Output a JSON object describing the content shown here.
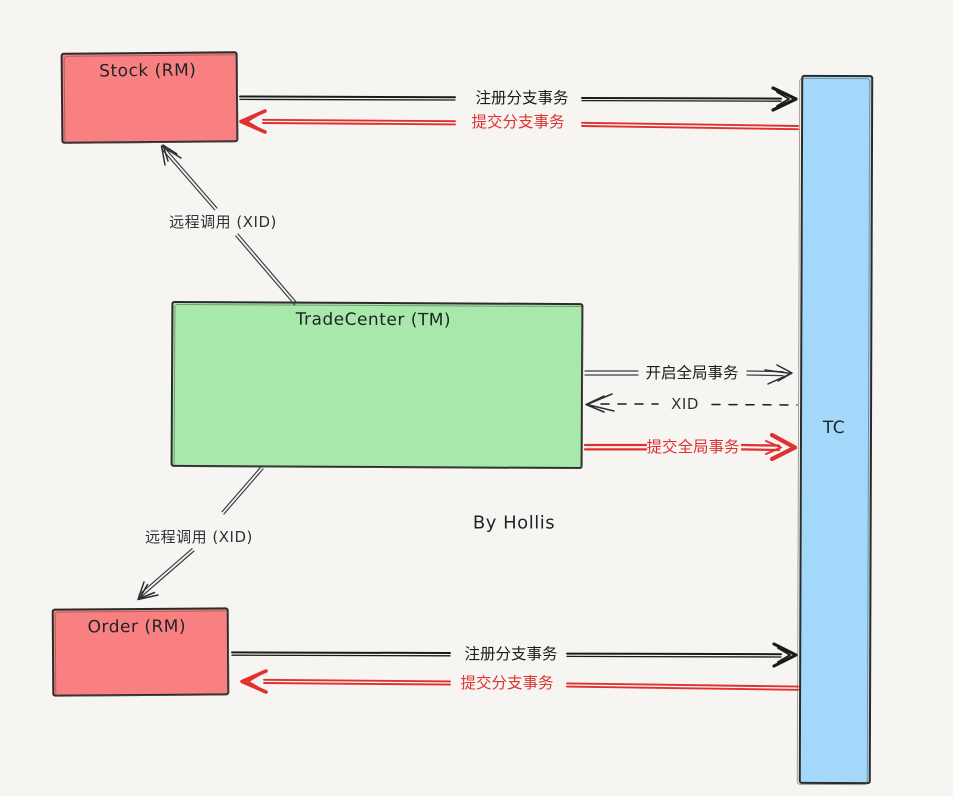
{
  "colors": {
    "background": "#f6f5f2",
    "box_red": "#f98080",
    "box_green": "#a8e8ab",
    "box_blue": "#a3d8fb",
    "box_stroke": "#2b2b2b",
    "arrow_black": "#1b1b1b",
    "arrow_red": "#e03131",
    "label_dark": "#2e3338"
  },
  "nodes": {
    "stock": {
      "label": "Stock (RM)"
    },
    "trade_center": {
      "label": "TradeCenter (TM)"
    },
    "order": {
      "label": "Order (RM)"
    },
    "tc": {
      "label": "TC"
    }
  },
  "edges": {
    "stock_register": {
      "label": "注册分支事务",
      "from": "Stock (RM)",
      "to": "TC"
    },
    "stock_commit": {
      "label": "提交分支事务",
      "from": "TC",
      "to": "Stock (RM)"
    },
    "remote_call_stock": {
      "label": "远程调用 (XID)",
      "from": "TradeCenter (TM)",
      "to": "Stock (RM)"
    },
    "begin_global": {
      "label": "开启全局事务",
      "from": "TradeCenter (TM)",
      "to": "TC"
    },
    "xid_return": {
      "label": "XID",
      "from": "TC",
      "to": "TradeCenter (TM)"
    },
    "commit_global": {
      "label": "提交全局事务",
      "from": "TradeCenter (TM)",
      "to": "TC"
    },
    "remote_call_order": {
      "label": "远程调用 (XID)",
      "from": "TradeCenter (TM)",
      "to": "Order (RM)"
    },
    "order_register": {
      "label": "注册分支事务",
      "from": "Order (RM)",
      "to": "TC"
    },
    "order_commit": {
      "label": "提交分支事务",
      "from": "TC",
      "to": "Order (RM)"
    }
  },
  "credit": {
    "label": "By Hollis"
  }
}
